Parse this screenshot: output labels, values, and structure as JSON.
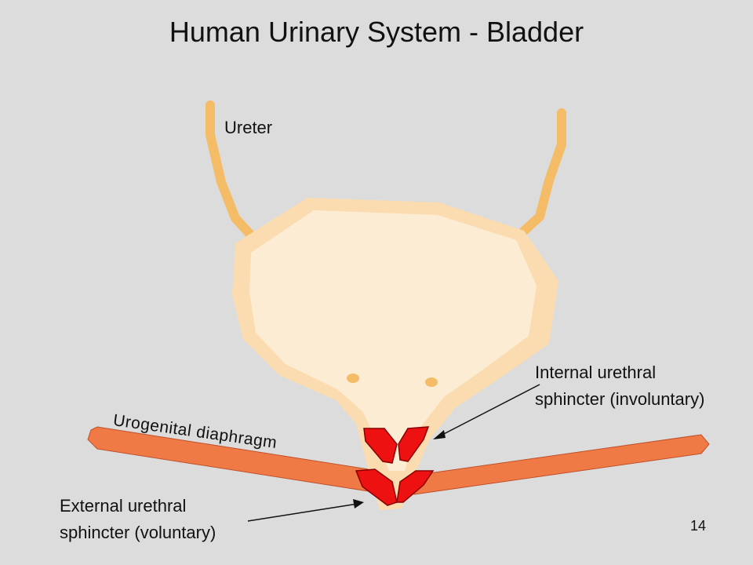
{
  "title": "Human Urinary System - Bladder",
  "labels": {
    "ureter": "Ureter",
    "urogenital_diaphragm": "Urogenital diaphragm",
    "internal_sphincter_line1": "Internal urethral",
    "internal_sphincter_line2": "sphincter (involuntary)",
    "external_sphincter_line1": "External urethral",
    "external_sphincter_line2": "sphincter (voluntary)"
  },
  "page_number": "14",
  "colors": {
    "background": "#dcdcdc",
    "ureter": "#f4bc66",
    "bladder_wall": "#fbdcb0",
    "bladder_lumen": "#fdecd4",
    "openings": "#f4bc66",
    "diaphragm": "#f07a45",
    "sphincter": "#ee1111"
  }
}
